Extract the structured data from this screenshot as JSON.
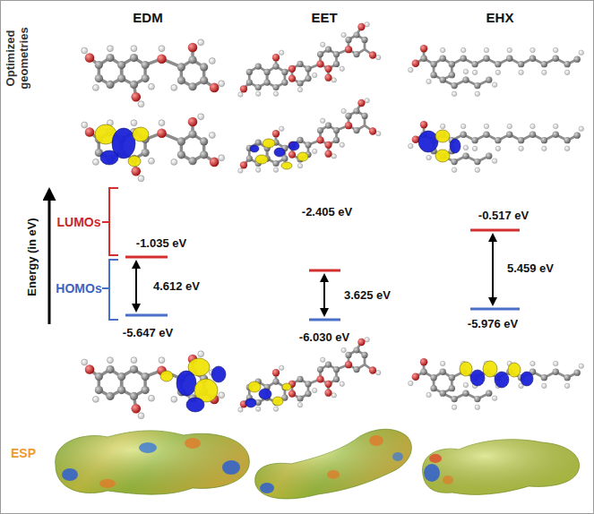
{
  "diagram": {
    "labels": [
      "Optimized geometries",
      "EDM",
      "EET",
      "EHX",
      "Energy (in eV)",
      "LUMOs",
      "HOMOs",
      "-1.035 eV",
      "4.612 eV",
      "-5.647 eV",
      "-2.405 eV",
      "3.625 eV",
      "-6.030 eV",
      "-0.517 eV",
      "5.459 eV",
      "-5.976 eV",
      "ESP"
    ]
  }
}
